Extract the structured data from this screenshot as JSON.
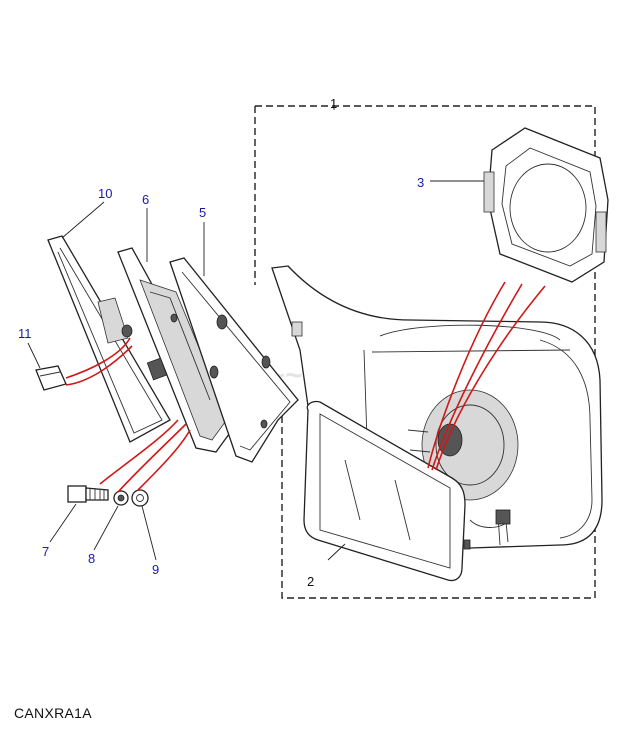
{
  "diagram": {
    "code": "CANXRA1A",
    "callouts": [
      {
        "id": "1",
        "label": "1"
      },
      {
        "id": "2",
        "label": "2"
      },
      {
        "id": "3",
        "label": "3"
      },
      {
        "id": "5",
        "label": "5"
      },
      {
        "id": "6",
        "label": "6"
      },
      {
        "id": "7",
        "label": "7"
      },
      {
        "id": "8",
        "label": "8"
      },
      {
        "id": "9",
        "label": "9"
      },
      {
        "id": "10",
        "label": "10"
      },
      {
        "id": "11",
        "label": "11"
      }
    ],
    "colors": {
      "callout": "#1a1aa6",
      "leader_red": "#d01818",
      "line": "#222222"
    }
  }
}
